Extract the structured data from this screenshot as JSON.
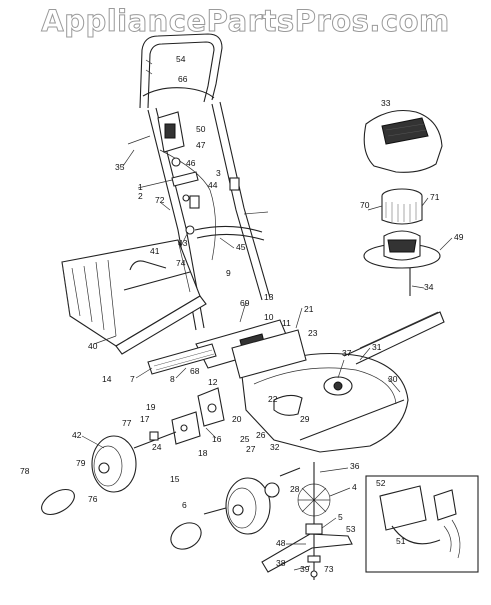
{
  "watermark": "AppliancePartsPros.com",
  "callouts": [
    "54",
    "66",
    "50",
    "35",
    "47",
    "46",
    "3",
    "44",
    "1",
    "2",
    "72",
    "41",
    "43",
    "45",
    "33",
    "70",
    "71",
    "49",
    "74",
    "9",
    "40",
    "14",
    "69",
    "13",
    "21",
    "11",
    "23",
    "10",
    "7",
    "8",
    "68",
    "12",
    "37",
    "31",
    "30",
    "22",
    "19",
    "17",
    "16",
    "18",
    "20",
    "24",
    "77",
    "42",
    "15",
    "25",
    "26",
    "29",
    "32",
    "27",
    "28",
    "36",
    "4",
    "5",
    "53",
    "52",
    "51",
    "48",
    "38",
    "39",
    "73",
    "79",
    "76",
    "78",
    "6",
    "34"
  ]
}
